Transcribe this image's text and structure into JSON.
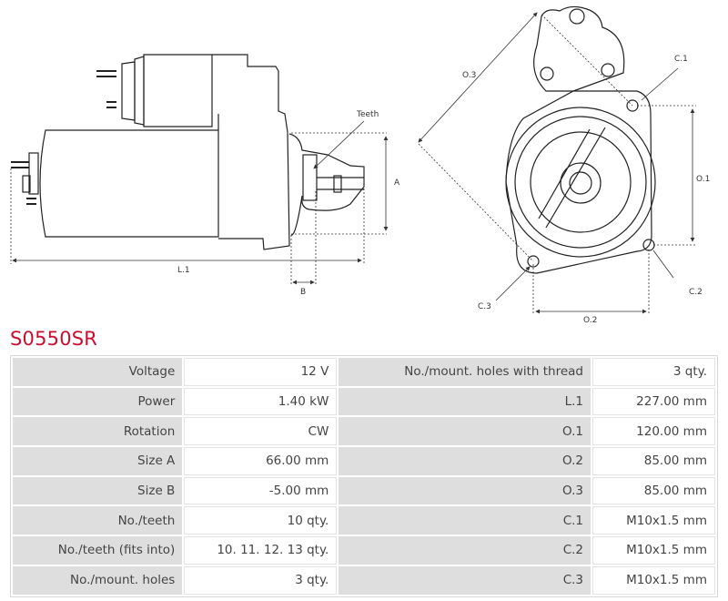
{
  "product_code": "S0550SR",
  "drawing_labels": {
    "teeth": "Teeth",
    "a": "A",
    "b": "B",
    "l1": "L.1",
    "o1": "O.1",
    "o2": "O.2",
    "o3": "O.3",
    "c1": "C.1",
    "c2": "C.2",
    "c3": "C.3"
  },
  "specs": [
    {
      "label": "Voltage",
      "value": "12 V",
      "label2": "No./mount. holes with thread",
      "value2": "3 qty."
    },
    {
      "label": "Power",
      "value": "1.40 kW",
      "label2": "L.1",
      "value2": "227.00 mm"
    },
    {
      "label": "Rotation",
      "value": "CW",
      "label2": "O.1",
      "value2": "120.00 mm"
    },
    {
      "label": "Size A",
      "value": "66.00 mm",
      "label2": "O.2",
      "value2": "85.00 mm"
    },
    {
      "label": "Size B",
      "value": "-5.00 mm",
      "label2": "O.3",
      "value2": "85.00 mm"
    },
    {
      "label": "No./teeth",
      "value": "10 qty.",
      "label2": "C.1",
      "value2": "M10x1.5 mm"
    },
    {
      "label": "No./teeth (fits into)",
      "value": "10. 11. 12. 13 qty.",
      "label2": "C.2",
      "value2": "M10x1.5 mm"
    },
    {
      "label": "No./mount. holes",
      "value": "3 qty.",
      "label2": "C.3",
      "value2": "M10x1.5 mm"
    }
  ],
  "colors": {
    "title": "#c8102e",
    "label_cell": "#dedede"
  }
}
